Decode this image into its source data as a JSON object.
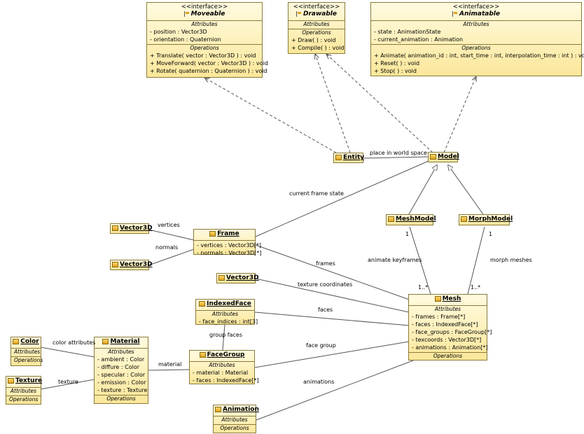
{
  "interfaces": {
    "moveable": {
      "stereotype": "<<interface>>",
      "name": "Moveable",
      "attributes_header": "Attributes",
      "attributes": [
        "- position : Vector3D",
        "- orientation : Quaternion"
      ],
      "operations_header": "Operations",
      "operations": [
        "+ Translate( vector : Vector3D ) : void",
        "+ MoveForward( vector : Vector3D ) : void",
        "+ Rotate( quaternion : Quaternion ) : void"
      ]
    },
    "drawable": {
      "stereotype": "<<interface>>",
      "name": "Drawable",
      "attributes_header": "Attributes",
      "operations_header": "Operations",
      "operations": [
        "+ Draw( ) : void",
        "+ Compile( ) : void"
      ]
    },
    "animatable": {
      "stereotype": "<<interface>>",
      "name": "Animatable",
      "attributes_header": "Attributes",
      "attributes": [
        "- state : AnimationState",
        "- current_animation : Animation"
      ],
      "operations_header": "Operations",
      "operations": [
        "+ Animate( animation_id : int, start_time : int, interpolation_time : int ) : void",
        "+ Reset( ) : void",
        "+ Stop( ) : void"
      ]
    }
  },
  "classes": {
    "entity": {
      "name": "Entity"
    },
    "model": {
      "name": "Model"
    },
    "meshmodel": {
      "name": "MeshModel"
    },
    "morphmodel": {
      "name": "MorphModel"
    },
    "vector3d_1": {
      "name": "Vector3D"
    },
    "vector3d_2": {
      "name": "Vector3D"
    },
    "vector3d_3": {
      "name": "Vector3D"
    },
    "frame": {
      "name": "Frame",
      "attributes": [
        "- vertices : Vector3D[*]",
        "- normals : Vector3D[*]"
      ]
    },
    "mesh": {
      "name": "Mesh",
      "attributes_header": "Attributes",
      "attributes": [
        "- frames : Frame[*]",
        "- faces : IndexedFace[*]",
        "- face_groups : FaceGroup[*]",
        "- texcoords : Vector3D[*]",
        "- animations : Animation[*]"
      ],
      "operations_header": "Operations"
    },
    "indexedface": {
      "name": "IndexedFace",
      "attributes_header": "Attributes",
      "attributes": [
        "- face_indices : int[3]"
      ]
    },
    "facegroup": {
      "name": "FaceGroup",
      "attributes_header": "Attributes",
      "attributes": [
        "- material : Material",
        "- faces : IndexedFace[*]"
      ]
    },
    "color": {
      "name": "Color",
      "attributes_header": "Attributes",
      "operations_header": "Operations"
    },
    "texture": {
      "name": "Texture",
      "attributes_header": "Attributes",
      "operations_header": "Operations"
    },
    "material": {
      "name": "Material",
      "attributes_header": "Attributes",
      "attributes": [
        "- ambient : Color",
        "- diffure : Color",
        "- specular : Color",
        "- emission : Color",
        "- texture : Texture"
      ],
      "operations_header": "Operations"
    },
    "animation": {
      "name": "Animation",
      "attributes_header": "Attributes",
      "operations_header": "Operations"
    }
  },
  "labels": {
    "place_in_world_space": "place in world space",
    "current_frame_state": "current frame state",
    "vertices": "vertices",
    "normals": "normals",
    "frames": "frames",
    "animate_keyframes": "animate keyframes",
    "morph_meshes": "morph meshes",
    "one_a": "1",
    "one_b": "1",
    "one_many_a": "1..*",
    "one_many_b": "1..*",
    "texture_coordinates": "texture coordinates",
    "faces": "faces",
    "group_faces": "group faces",
    "face_group": "face group",
    "color_attributes": "color attributes",
    "material": "material",
    "texture": "texture",
    "animations": "animations"
  }
}
